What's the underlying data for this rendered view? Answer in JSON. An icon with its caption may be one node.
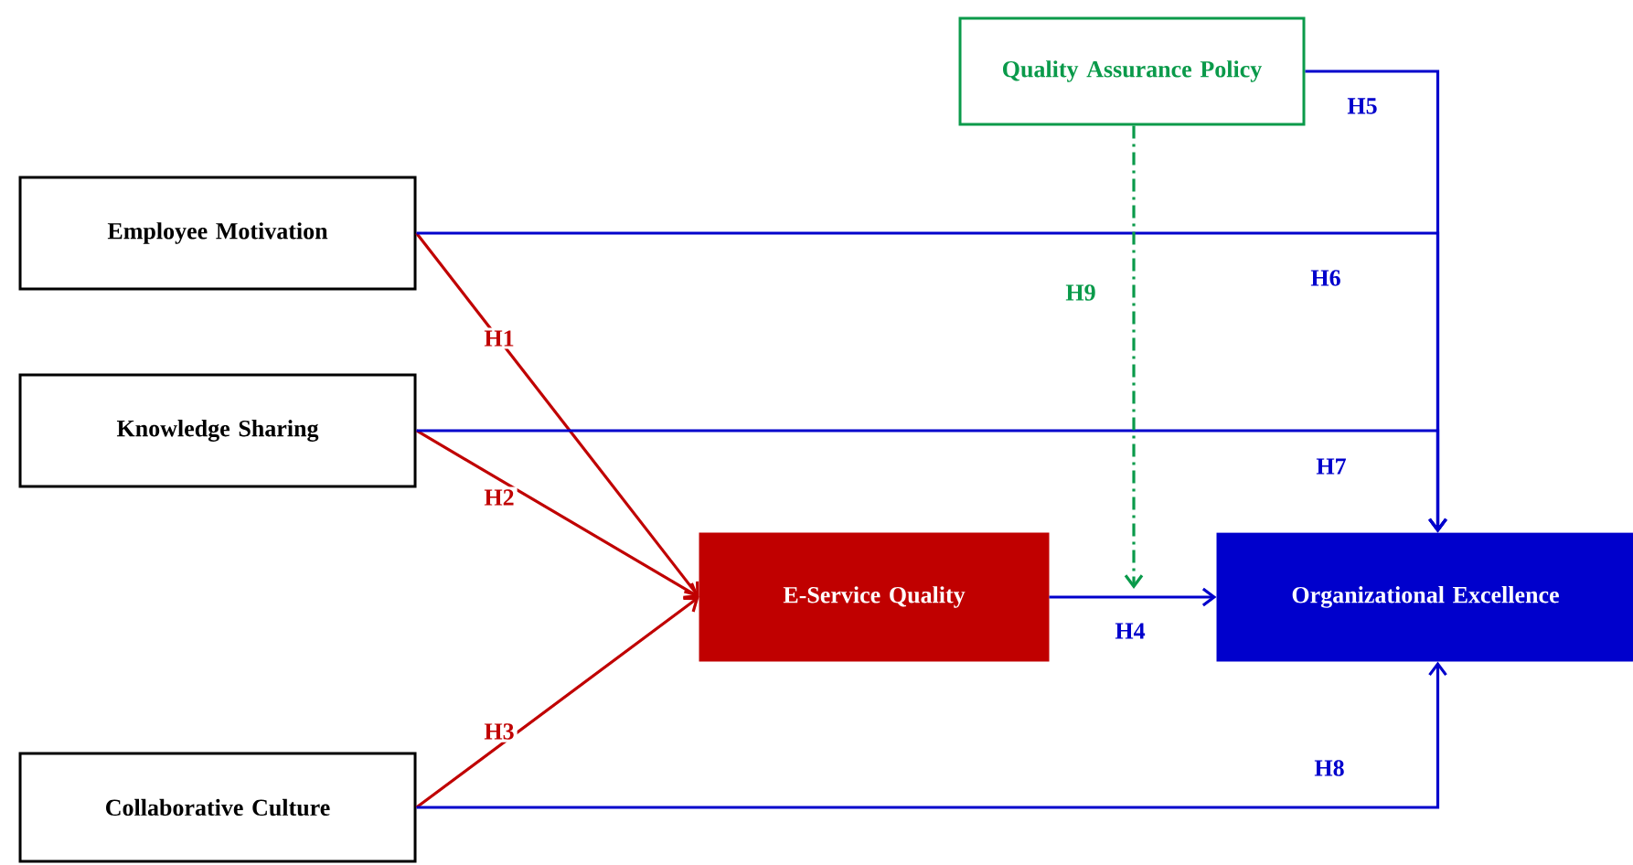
{
  "diagram": {
    "nodes": [
      {
        "text": [
          "Quality Assurance Policy"
        ]
      },
      {
        "text": [
          "Employee Motivation"
        ]
      },
      {
        "text": [
          "Knowledge Sharing"
        ]
      },
      {
        "text": [
          "E-Service Quality"
        ]
      },
      {
        "text": [
          "Organizational Excellence"
        ]
      },
      {
        "text": [
          "Collaborative Culture"
        ]
      }
    ],
    "edges": [
      {
        "from": 1,
        "to": 3,
        "arrow": "to",
        "label": "H1",
        "color": "#c00000"
      },
      {
        "from": 2,
        "to": 3,
        "arrow": "to",
        "label": "H2",
        "color": "#c00000"
      },
      {
        "from": 5,
        "to": 3,
        "arrow": "to",
        "label": "H3",
        "color": "#c00000"
      },
      {
        "from": 3,
        "to": 4,
        "arrow": "to",
        "label": "H4"
      },
      {
        "from": 0,
        "to": 4,
        "arrow": "to",
        "label": "H5"
      },
      {
        "from": 1,
        "to": 4,
        "arrow": "to",
        "label": "H6"
      },
      {
        "from": 2,
        "to": 4,
        "arrow": "to",
        "label": "H7"
      },
      {
        "from": 5,
        "to": 4,
        "arrow": "to",
        "label": "H8"
      },
      {
        "from": 0,
        "to": null,
        "arrow": "to",
        "label": "H9",
        "style": "dashed",
        "color": "#0a9a4a"
      }
    ]
  }
}
